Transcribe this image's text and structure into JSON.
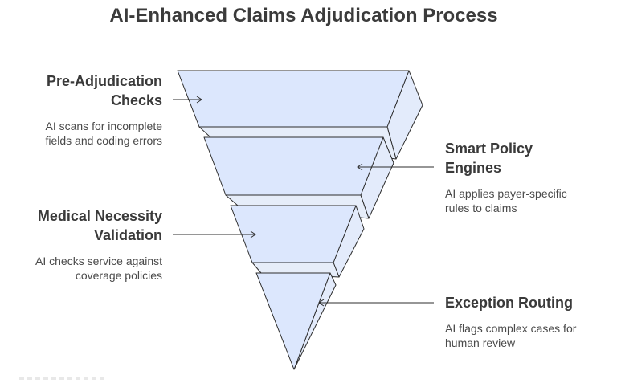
{
  "title": "AI-Enhanced Claims Adjudication Process",
  "stages": [
    {
      "name": "Pre-Adjudication\nChecks",
      "description": "AI scans for incomplete\nfields and coding errors"
    },
    {
      "name": "Smart Policy\nEngines",
      "description": "AI applies payer-specific\nrules to claims"
    },
    {
      "name": "Medical Necessity\nValidation",
      "description": "AI checks service against\ncoverage policies"
    },
    {
      "name": "Exception Routing",
      "description": "AI flags complex cases for\nhuman review"
    }
  ],
  "colors": {
    "face": "#dde8fd",
    "side": "#e3ebfb",
    "stroke": "#2d2d2d"
  }
}
